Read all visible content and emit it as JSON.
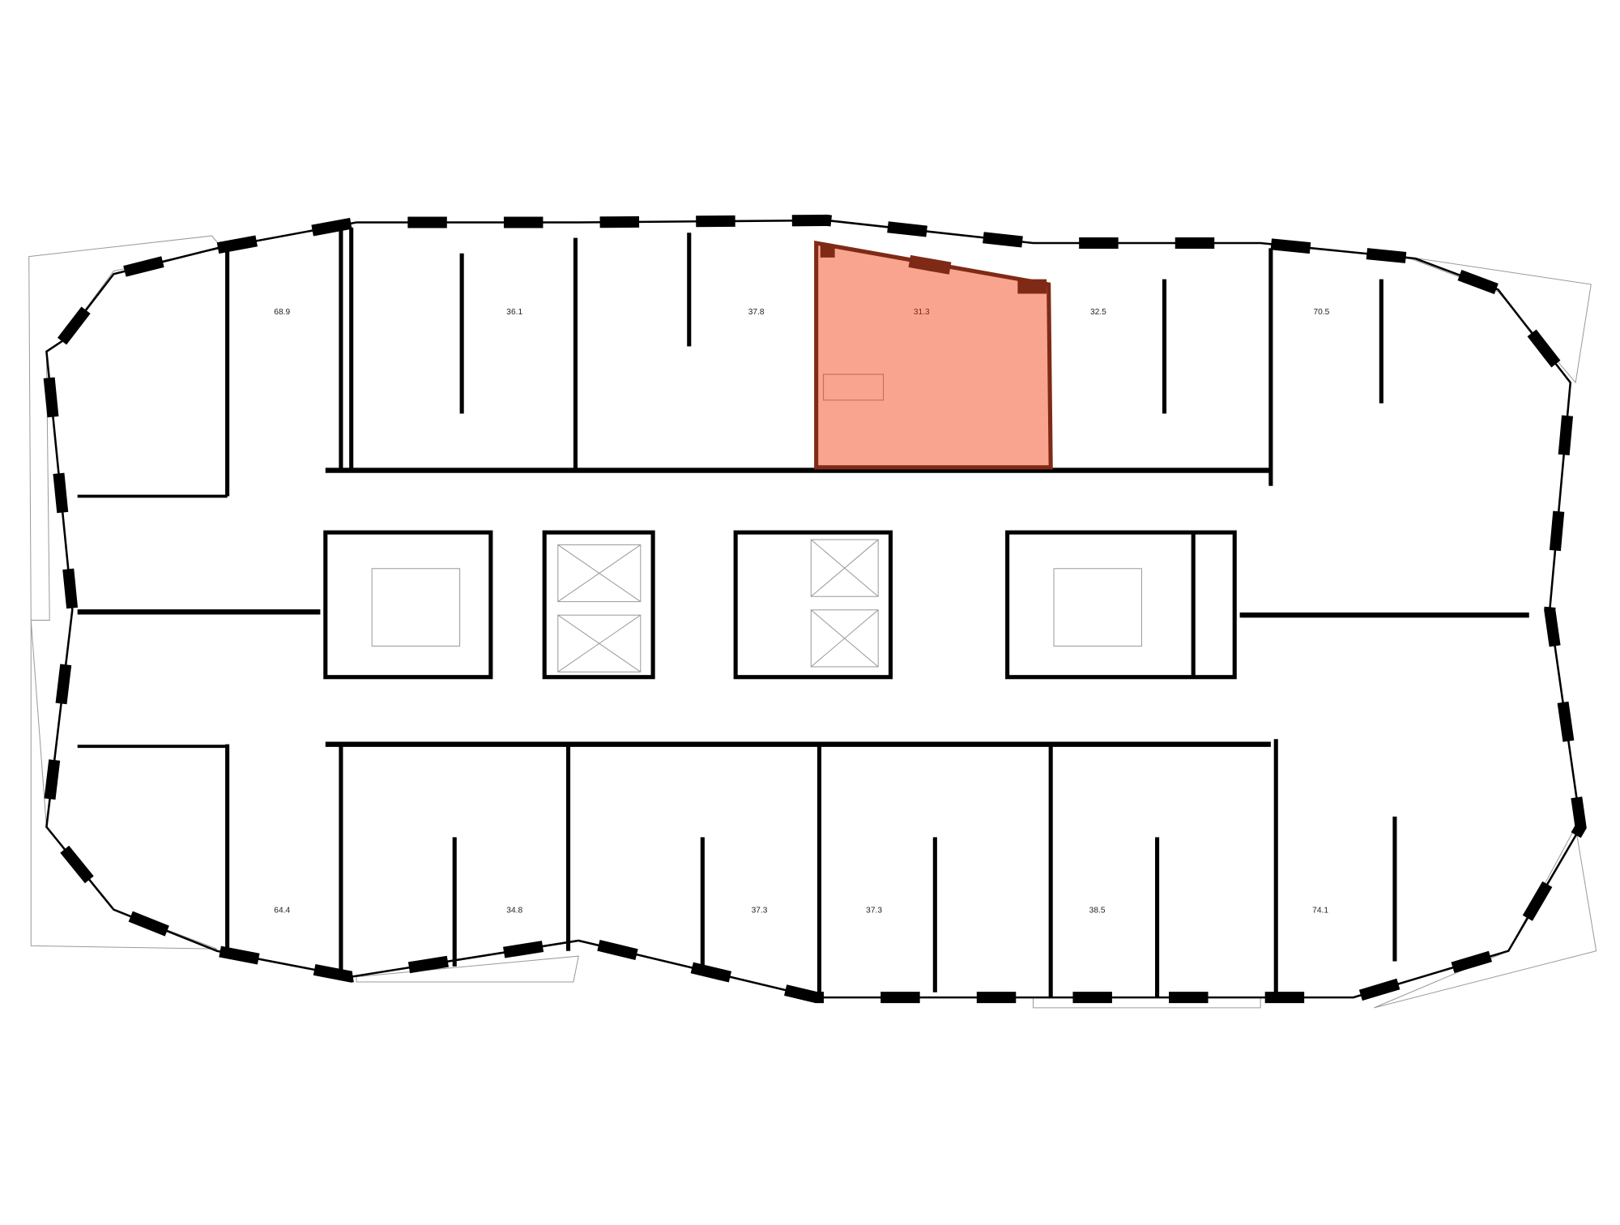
{
  "plan": {
    "highlight_color": "#f9a48f",
    "highlight_wall_color": "#7f2a17",
    "selected_apartment": "31.3",
    "top_units": [
      {
        "area": "68.9"
      },
      {
        "area": "36.1"
      },
      {
        "area": "37.8"
      },
      {
        "area": "31.3"
      },
      {
        "area": "32.5"
      },
      {
        "area": "70.5"
      }
    ],
    "bottom_units": [
      {
        "area": "64.4"
      },
      {
        "area": "34.8"
      },
      {
        "area": "37.3"
      },
      {
        "area": "37.3"
      },
      {
        "area": "38.5"
      },
      {
        "area": "74.1"
      }
    ]
  }
}
